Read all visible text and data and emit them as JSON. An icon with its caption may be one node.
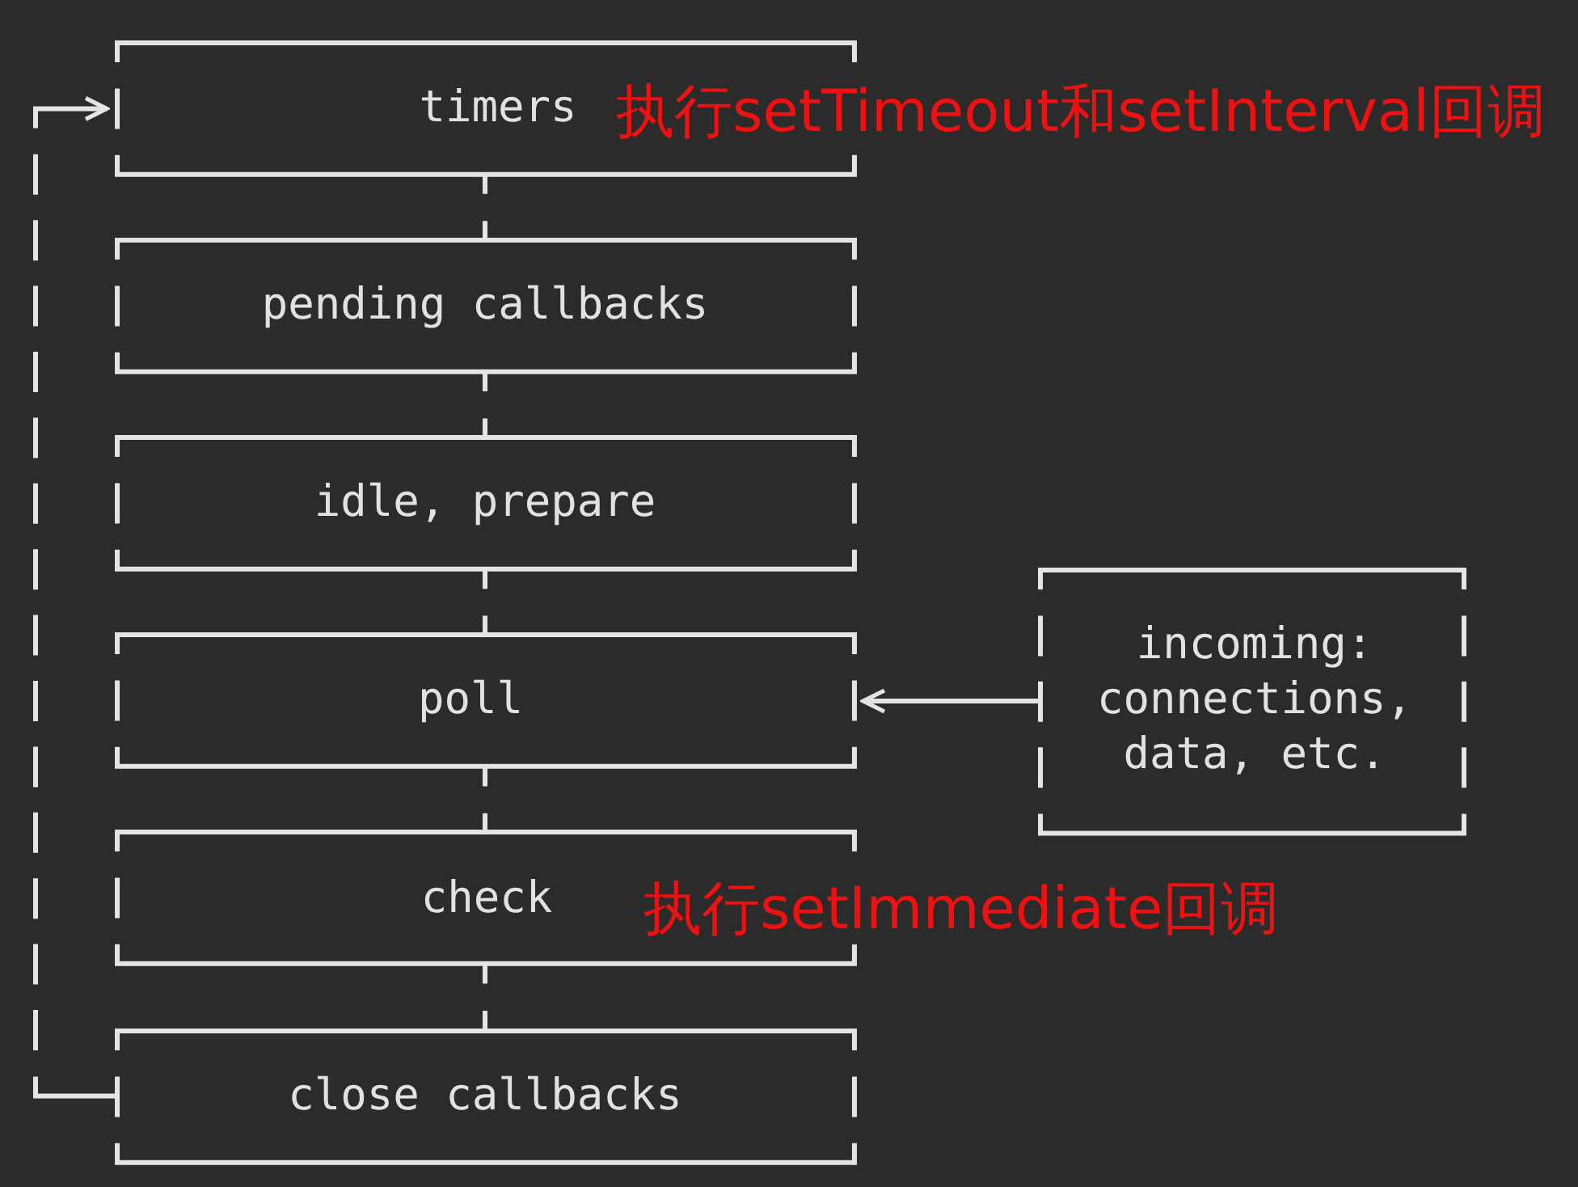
{
  "diagram": {
    "nodes": [
      {
        "text": [
          "timers",
          "执行setTimeout和setInterval回调"
        ]
      },
      {
        "text": [
          "pending callbacks"
        ]
      },
      {
        "text": [
          "idle, prepare"
        ]
      },
      {
        "text": [
          "poll"
        ]
      },
      {
        "text": [
          "check",
          "执行setImmediate回调"
        ]
      },
      {
        "text": [
          "close callbacks"
        ]
      },
      {
        "text": [
          "incoming: connections, data, etc."
        ]
      }
    ],
    "edges": [
      {
        "from": 0,
        "to": 1,
        "arrow": "none"
      },
      {
        "from": 1,
        "to": 2,
        "arrow": "none"
      },
      {
        "from": 2,
        "to": 3,
        "arrow": "none"
      },
      {
        "from": 3,
        "to": 4,
        "arrow": "none"
      },
      {
        "from": 4,
        "to": 5,
        "arrow": "none"
      },
      {
        "from": 5,
        "to": 0,
        "arrow": "to"
      },
      {
        "from": 6,
        "to": 3,
        "arrow": "to"
      }
    ]
  }
}
